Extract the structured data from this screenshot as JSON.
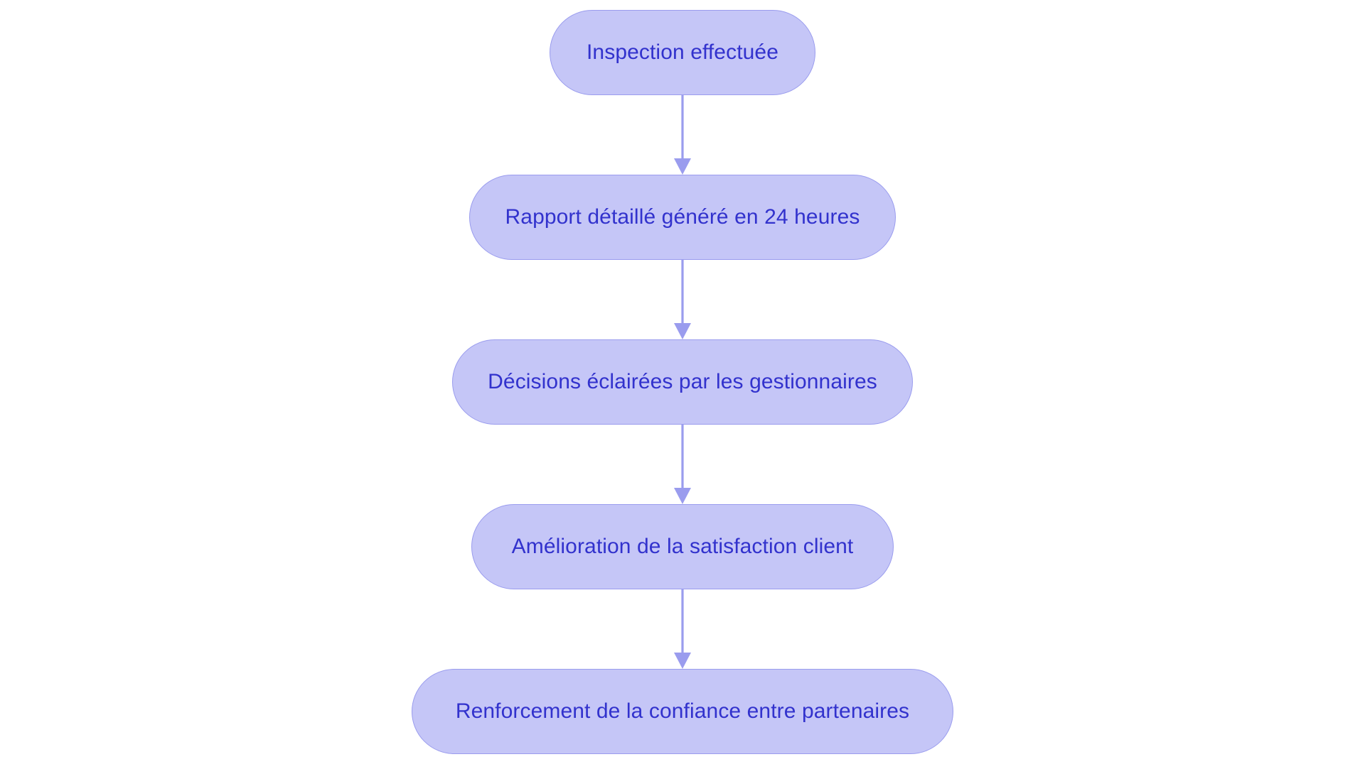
{
  "diagram": {
    "type": "flowchart",
    "orientation": "top-to-bottom",
    "title": "",
    "background_color": "#ffffff",
    "node_fill_color": "#c5c6f7",
    "node_border_color": "#9a9cee",
    "node_text_color": "#3232cd",
    "connector_color": "#9a9cee",
    "nodes": [
      {
        "id": "n1",
        "label": "Inspection effectuée",
        "shape": "rounded-pill"
      },
      {
        "id": "n2",
        "label": "Rapport détaillé généré en 24 heures",
        "shape": "rounded-pill"
      },
      {
        "id": "n3",
        "label": "Décisions éclairées par les gestionnaires",
        "shape": "rounded-pill"
      },
      {
        "id": "n4",
        "label": "Amélioration de la satisfaction client",
        "shape": "rounded-pill"
      },
      {
        "id": "n5",
        "label": "Renforcement de la confiance entre partenaires",
        "shape": "rounded-pill"
      }
    ],
    "edges": [
      {
        "id": "e1",
        "from": "n1",
        "to": "n2",
        "label": "",
        "arrow": "down"
      },
      {
        "id": "e2",
        "from": "n2",
        "to": "n3",
        "label": "",
        "arrow": "down"
      },
      {
        "id": "e3",
        "from": "n3",
        "to": "n4",
        "label": "",
        "arrow": "down"
      },
      {
        "id": "e4",
        "from": "n4",
        "to": "n5",
        "label": "",
        "arrow": "down"
      }
    ]
  }
}
